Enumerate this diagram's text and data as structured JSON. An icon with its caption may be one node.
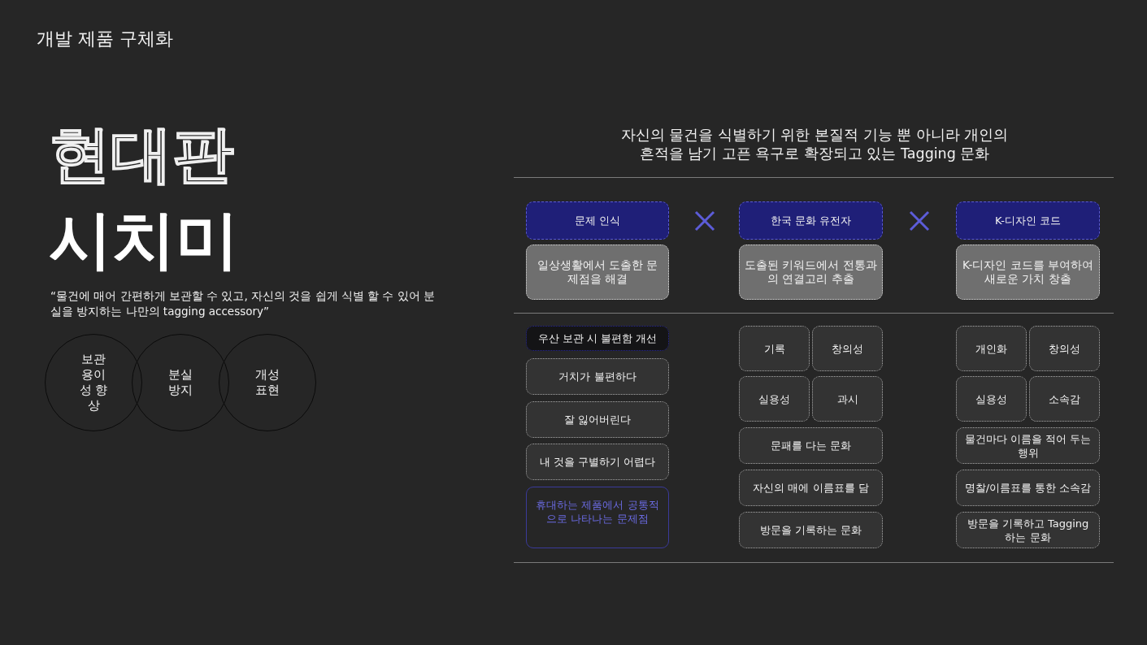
{
  "diagram": {
    "title": "개발 제품 구체화",
    "nodes": [
      {
        "text": [
          "보관 용이성 향상"
        ]
      },
      {
        "text": [
          "분실 방지"
        ]
      },
      {
        "text": [
          "개성 표현"
        ]
      },
      {
        "text": [
          "문제 인식"
        ]
      },
      {
        "text": [
          "한국 문화 유전자"
        ]
      },
      {
        "text": [
          "K-디자인 코드"
        ]
      },
      {
        "text": [
          "일상생활에서 도출한 문제점을 해결"
        ]
      },
      {
        "text": [
          "도출된 키워드에서 전통과의 연결고리 추출"
        ]
      },
      {
        "text": [
          "K-디자인 코드를 부여하여 새로운 가치 창출"
        ]
      },
      {
        "text": [
          "우산 보관 시 불편함 개선"
        ]
      },
      {
        "text": [
          "거치가 불편하다"
        ]
      },
      {
        "text": [
          "잘 잃어버린다"
        ]
      },
      {
        "text": [
          "내 것을 구별하기 어렵다"
        ]
      },
      {
        "text": [
          "휴대하는 제품에서 공통적으로 나타나는 문제점"
        ]
      },
      {
        "text": [
          "기록"
        ]
      },
      {
        "text": [
          "창의성"
        ]
      },
      {
        "text": [
          "실용성"
        ]
      },
      {
        "text": [
          "과시"
        ]
      },
      {
        "text": [
          "문패를 다는 문화"
        ]
      },
      {
        "text": [
          "자신의 매에 이름표를 담"
        ]
      },
      {
        "text": [
          "방문을 기록하는 문화"
        ]
      },
      {
        "text": [
          "개인화"
        ]
      },
      {
        "text": [
          "창의성"
        ]
      },
      {
        "text": [
          "실용성"
        ]
      },
      {
        "text": [
          "소속감"
        ]
      },
      {
        "text": [
          "물건마다 이름을 적어 두는 행위"
        ]
      },
      {
        "text": [
          "명찰/이름표를 통한 소속감"
        ]
      },
      {
        "text": [
          "방문을 기록하고 Tagging 하는 문화"
        ]
      }
    ],
    "labels": [
      "현대판",
      "시치미",
      "“물건에 매어 간편하게 보관할 수 있고, 자신의 것을 쉽게 식별 할 수 있어 분실을 방지하는 나만의 tagging accessory”",
      "자신의 물건을 식별하기 위한 본질적 기능 뿐 아니라 개인의 흔적을 남기 고픈 욕구로 확장되고 있는 Tagging 문화"
    ]
  }
}
